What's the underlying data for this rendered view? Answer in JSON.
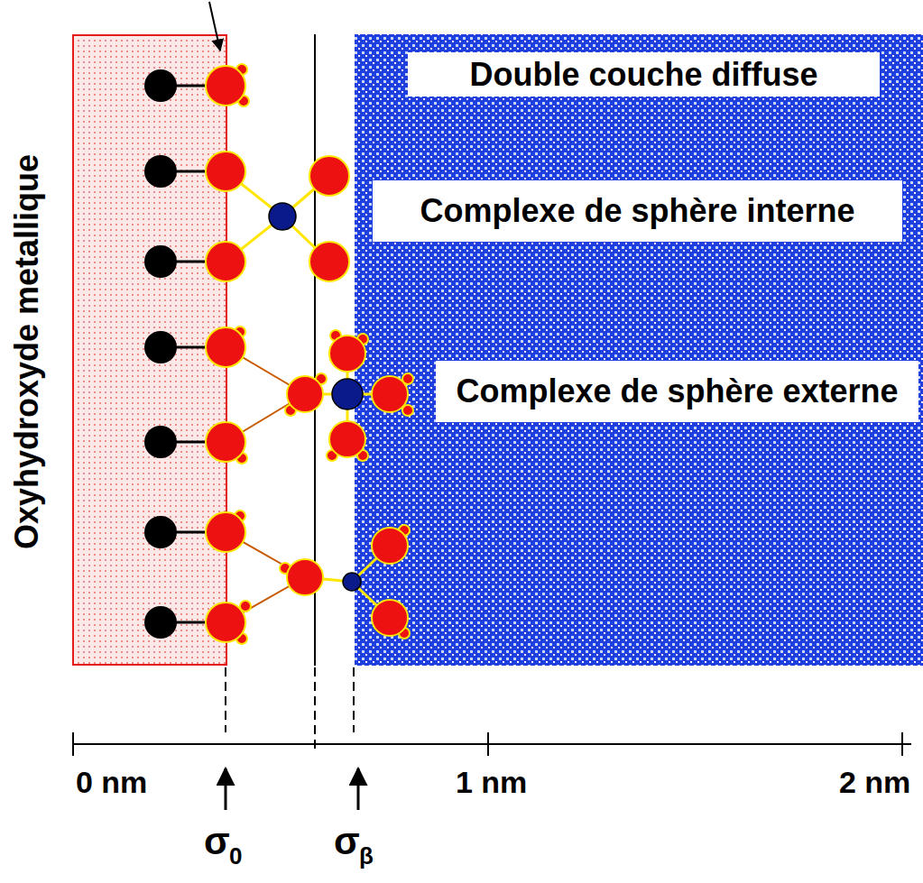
{
  "diagram": {
    "nodes": [
      {
        "text": [
          "Oxyhydroxyde metallique"
        ]
      },
      {
        "text": [
          "Double couche diffuse"
        ]
      },
      {
        "text": [
          "Complexe de sphère interne"
        ],
        "in": 1
      },
      {
        "text": [
          "Complexe de sphère externe"
        ],
        "in": 1
      }
    ],
    "labels": [
      "0 nm",
      "1 nm",
      "2 nm",
      "σ",
      "0",
      "σ",
      "β"
    ]
  }
}
